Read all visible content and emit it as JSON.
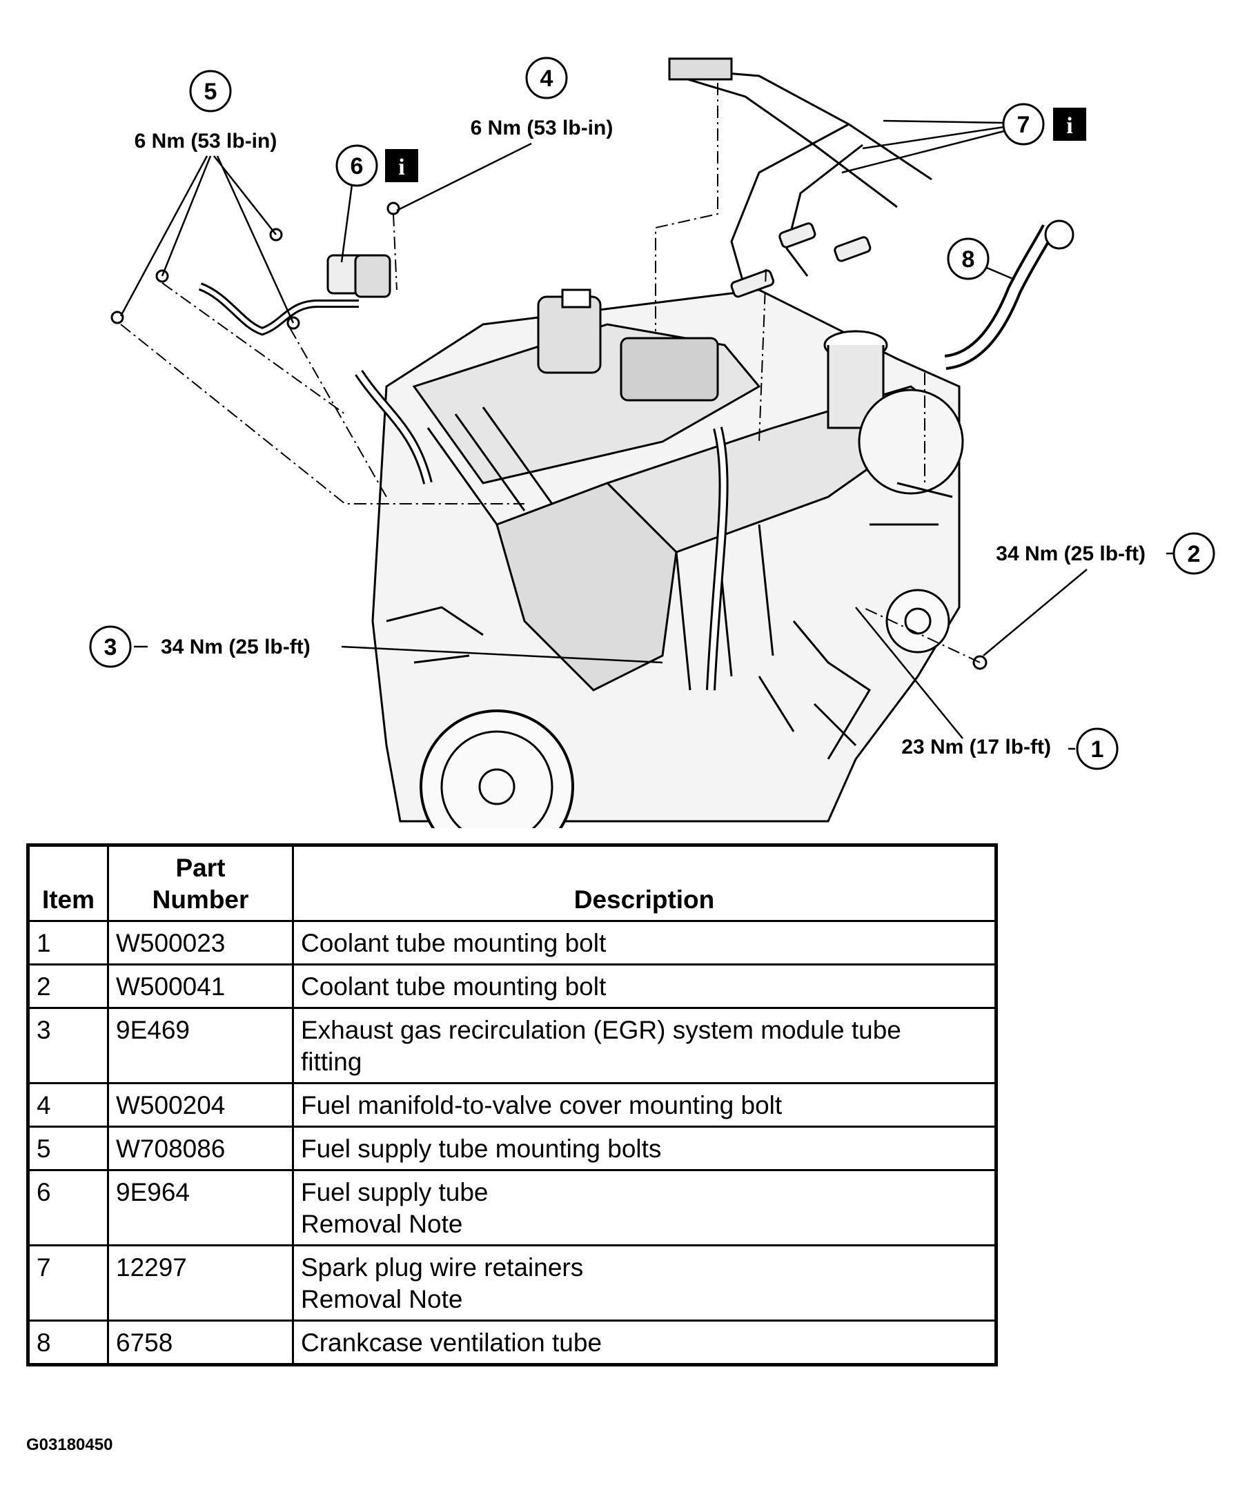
{
  "callouts": [
    {
      "num": "1",
      "torque": "23 Nm (17 lb-ft)",
      "info": false
    },
    {
      "num": "2",
      "torque": "34 Nm (25 lb-ft)",
      "info": false
    },
    {
      "num": "3",
      "torque": "34 Nm (25 lb-ft)",
      "info": false
    },
    {
      "num": "4",
      "torque": "6 Nm (53 lb-in)",
      "info": false
    },
    {
      "num": "5",
      "torque": "6 Nm (53 lb-in)",
      "info": false
    },
    {
      "num": "6",
      "torque": "",
      "info": true
    },
    {
      "num": "7",
      "torque": "",
      "info": true
    },
    {
      "num": "8",
      "torque": "",
      "info": false
    }
  ],
  "info_icon_glyph": "i",
  "table": {
    "headers": {
      "item": "Item",
      "part_line1": "Part",
      "part_line2": "Number",
      "description": "Description"
    },
    "rows": [
      {
        "item": "1",
        "part": "W500023",
        "desc": [
          "Coolant tube mounting bolt"
        ]
      },
      {
        "item": "2",
        "part": "W500041",
        "desc": [
          "Coolant tube mounting bolt"
        ]
      },
      {
        "item": "3",
        "part": "9E469",
        "desc": [
          "Exhaust gas recirculation (EGR) system module tube",
          "fitting"
        ]
      },
      {
        "item": "4",
        "part": "W500204",
        "desc": [
          "Fuel manifold-to-valve cover mounting bolt"
        ]
      },
      {
        "item": "5",
        "part": "W708086",
        "desc": [
          "Fuel supply tube mounting bolts"
        ]
      },
      {
        "item": "6",
        "part": "9E964",
        "desc": [
          "Fuel supply tube",
          "Removal Note"
        ]
      },
      {
        "item": "7",
        "part": "12297",
        "desc": [
          "Spark plug wire retainers",
          "Removal Note"
        ]
      },
      {
        "item": "8",
        "part": "6758",
        "desc": [
          "Crankcase ventilation tube"
        ]
      }
    ]
  },
  "figure_code": "G03180450"
}
